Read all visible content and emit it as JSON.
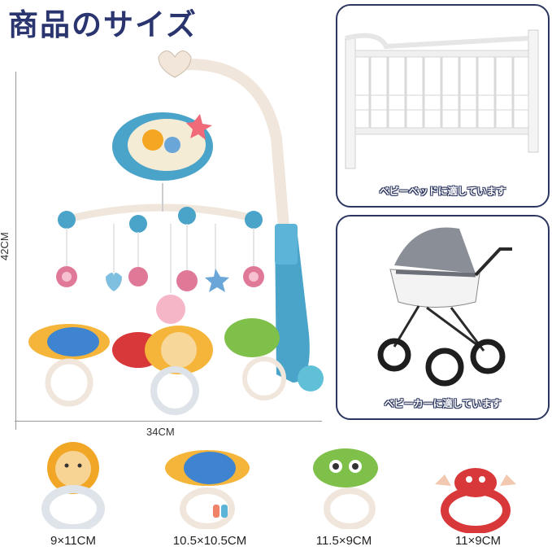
{
  "header": {
    "title": "商品のサイズ"
  },
  "dimensions": {
    "height": "42CM",
    "width": "34CM"
  },
  "panels": [
    {
      "caption": "ベビーベッドに適しています",
      "icon": "crib-icon"
    },
    {
      "caption": "ベビーカーに適しています",
      "icon": "stroller-icon"
    }
  ],
  "toys": [
    {
      "label": "9×11CM",
      "icon": "lion-rattle-icon"
    },
    {
      "label": "10.5×10.5CM",
      "icon": "elephant-rattle-icon"
    },
    {
      "label": "11.5×9CM",
      "icon": "owl-rattle-icon"
    },
    {
      "label": "11×9CM",
      "icon": "crab-rattle-icon"
    }
  ],
  "colors": {
    "title": "#2a3570",
    "panel_border": "#2c3660",
    "mobile_blue": "#4aa3c8"
  }
}
